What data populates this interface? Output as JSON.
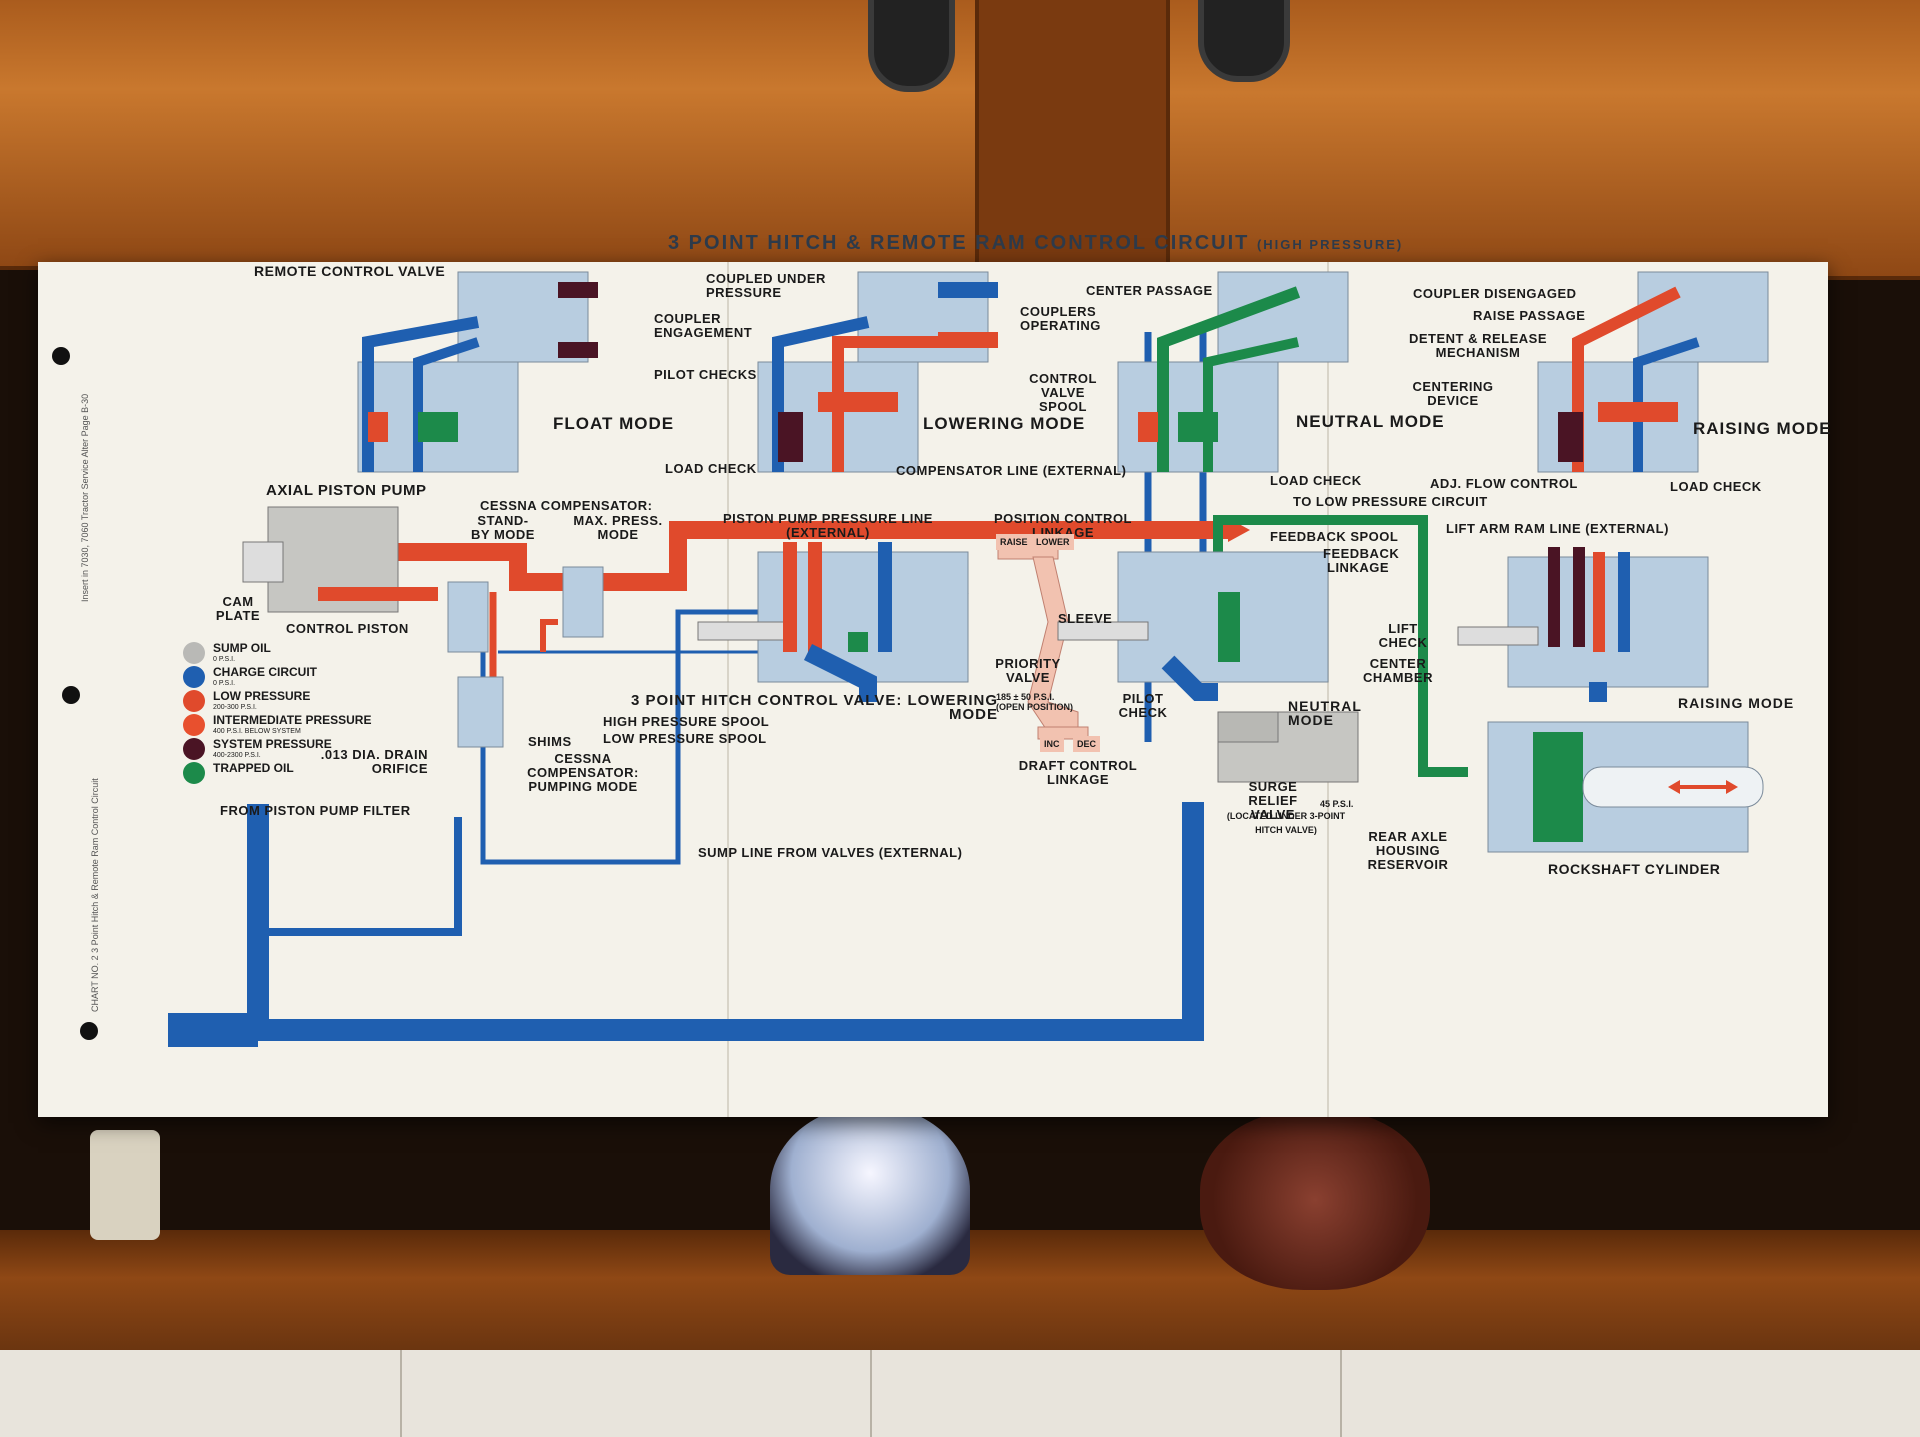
{
  "title": "3 POINT HITCH & REMOTE RAM CONTROL CIRCUIT",
  "title_suffix": "(HIGH PRESSURE)",
  "side_note_1": "Insert in 7030, 7060 Tractor Service Alter Page B-30",
  "side_note_2": "CHART NO. 2  3 Point Hitch & Remote Ram Control Circuit",
  "colors": {
    "sump": "#b9b9b6",
    "charge": "#1f5fb0",
    "low": "#e04a2c",
    "intermediate": "#e8502e",
    "system": "#4a1424",
    "trapped": "#1c8a4a",
    "body": "#b8cde0",
    "linkage": "#f2c2b0"
  },
  "legend": [
    {
      "label": "SUMP OIL",
      "sub": "0 P.S.I.",
      "color": "sump"
    },
    {
      "label": "CHARGE CIRCUIT",
      "sub": "0 P.S.I.",
      "color": "charge"
    },
    {
      "label": "LOW PRESSURE",
      "sub": "200-300 P.S.I.",
      "color": "low"
    },
    {
      "label": "INTERMEDIATE PRESSURE",
      "sub": "400 P.S.I. BELOW SYSTEM",
      "color": "intermediate"
    },
    {
      "label": "SYSTEM PRESSURE",
      "sub": "400-2300 P.S.I.",
      "color": "system"
    },
    {
      "label": "TRAPPED OIL",
      "sub": "",
      "color": "trapped"
    }
  ],
  "modes": {
    "float": "FLOAT MODE",
    "lowering": "LOWERING MODE",
    "neutral": "NEUTRAL MODE",
    "raising": "RAISING MODE",
    "raising_bottom": "RAISING MODE",
    "neutral_bottom": "NEUTRAL MODE"
  },
  "labels": {
    "remote_control_valve": "REMOTE CONTROL VALVE",
    "coupled_under_pressure": "COUPLED UNDER PRESSURE",
    "coupler_engagement": "COUPLER ENGAGEMENT",
    "pilot_checks": "PILOT CHECKS",
    "couplers_operating": "COUPLERS OPERATING",
    "control_valve_spool": "CONTROL VALVE SPOOL",
    "center_passage": "CENTER PASSAGE",
    "coupler_disengaged": "COUPLER DISENGAGED",
    "raise_passage": "RAISE PASSAGE",
    "detent_release": "DETENT & RELEASE MECHANISM",
    "centering_device": "CENTERING DEVICE",
    "load_check_1": "LOAD CHECK",
    "compensator_line": "COMPENSATOR LINE (EXTERNAL)",
    "load_check_2": "LOAD CHECK",
    "adj_flow_control": "ADJ. FLOW CONTROL",
    "load_check_3": "LOAD CHECK",
    "to_low_pressure": "TO LOW PRESSURE CIRCUIT",
    "axial_piston_pump": "AXIAL PISTON PUMP",
    "cessna_compensator": "CESSNA COMPENSATOR:",
    "stand_by_mode": "STAND-BY MODE",
    "max_press_mode": "MAX. PRESS. MODE",
    "piston_pump_pressure_line": "PISTON PUMP PRESSURE LINE (EXTERNAL)",
    "position_control_linkage": "POSITION CONTROL LINKAGE",
    "raise": "RAISE",
    "lower": "LOWER",
    "feedback_spool": "FEEDBACK SPOOL",
    "feedback_linkage": "FEEDBACK LINKAGE",
    "lift_arm_ram_line": "LIFT ARM RAM LINE (EXTERNAL)",
    "cam_plate": "CAM PLATE",
    "control_piston": "CONTROL PISTON",
    "sleeve": "SLEEVE",
    "lift_check": "LIFT CHECK",
    "center_chamber": "CENTER CHAMBER",
    "priority_valve": "PRIORITY VALVE",
    "priority_valve_psi": "185 ± 50 P.S.I.",
    "open_position": "(OPEN POSITION)",
    "pilot_check": "PILOT CHECK",
    "hitch_valve_lowering": "3 POINT HITCH CONTROL VALVE: LOWERING MODE",
    "high_pressure_spool": "HIGH PRESSURE SPOOL",
    "low_pressure_spool": "LOW PRESSURE SPOOL",
    "shims": "SHIMS",
    "drain_orifice": ".013 DIA. DRAIN ORIFICE",
    "cessna_pumping": "CESSNA COMPENSATOR: PUMPING MODE",
    "inc": "INC",
    "dec": "DEC",
    "draft_control_linkage": "DRAFT CONTROL LINKAGE",
    "surge_relief_valve": "SURGE RELIEF VALVE",
    "surge_psi": "45 P.S.I.",
    "surge_location": "(LOCATED UNDER 3-POINT HITCH VALVE)",
    "rear_axle_housing": "REAR AXLE HOUSING RESERVOIR",
    "from_pump_filter": "FROM PISTON PUMP FILTER",
    "sump_line": "SUMP LINE FROM VALVES (EXTERNAL)",
    "rockshaft_cylinder": "ROCKSHAFT CYLINDER"
  }
}
